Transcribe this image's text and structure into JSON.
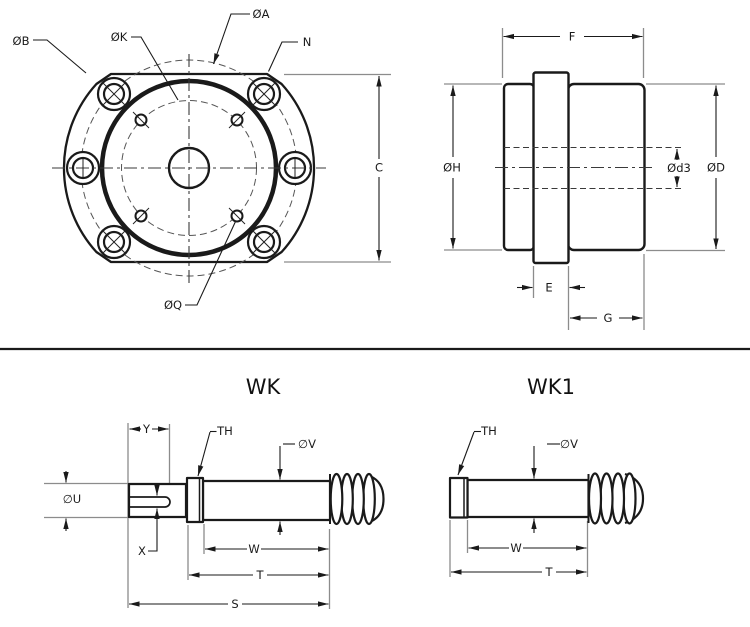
{
  "colors": {
    "line": "#1a1a1a",
    "extension": "#8c8c8c",
    "background": "#ffffff"
  },
  "front_view": {
    "labels": {
      "dia_b": "ØB",
      "dia_k": "ØK",
      "dia_a": "ØA",
      "n": "N",
      "c": "C",
      "dia_q": "ØQ"
    }
  },
  "side_view": {
    "labels": {
      "f": "F",
      "dia_h": "ØH",
      "dia_d3": "Ød3",
      "dia_d": "ØD",
      "e": "E",
      "g": "G"
    }
  },
  "shaft_wk": {
    "title": "WK",
    "labels": {
      "y": "Y",
      "th": "TH",
      "dia_u": "∅U",
      "dia_v": "∅V",
      "x": "X",
      "w": "W",
      "t": "T",
      "s": "S"
    }
  },
  "shaft_wk1": {
    "title": "WK1",
    "labels": {
      "th": "TH",
      "dia_v": "∅V",
      "w": "W",
      "t": "T"
    }
  }
}
